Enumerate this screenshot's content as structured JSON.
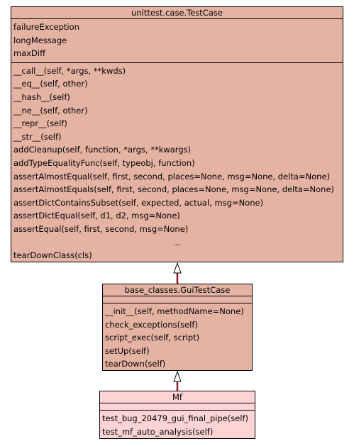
{
  "classes": {
    "testcase": {
      "name": "unittest.case.TestCase",
      "attributes": [
        "failureException",
        "longMessage",
        "maxDiff"
      ],
      "methods": [
        "__call__(self, *args, **kwds)",
        "__eq__(self, other)",
        "__hash__(self)",
        "__ne__(self, other)",
        "__repr__(self)",
        "__str__(self)",
        "addCleanup(self, function, *args, **kwargs)",
        "addTypeEqualityFunc(self, typeobj, function)",
        "assertAlmostEqual(self, first, second, places=None, msg=None, delta=None)",
        "assertAlmostEquals(self, first, second, places=None, msg=None, delta=None)",
        "assertDictContainsSubset(self, expected, actual, msg=None)",
        "assertDictEqual(self, d1, d2, msg=None)",
        "assertEqual(self, first, second, msg=None)"
      ],
      "ellipsis": "...",
      "trailing_method": "tearDownClass(cls)"
    },
    "gui": {
      "name": "base_classes.GuiTestCase",
      "methods": [
        "__init__(self, methodName=None)",
        "check_exceptions(self)",
        "script_exec(self, script)",
        "setUp(self)",
        "tearDown(self)"
      ]
    },
    "mf": {
      "name": "Mf",
      "methods": [
        "test_bug_20479_gui_final_pipe(self)",
        "test_mf_auto_analysis(self)"
      ]
    }
  },
  "colors": {
    "base_fill": "#e5b3a4",
    "leaf_fill": "#fdd3d3",
    "edge": "#8b1a1a"
  }
}
